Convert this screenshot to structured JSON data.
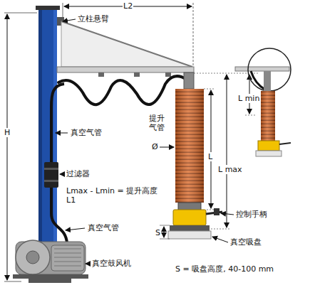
{
  "diagram": {
    "labels": [
      "L2",
      "立柱悬臂",
      "H",
      "真空气管",
      "过滤器",
      "Lmax - Lmin = 提升高度 L1",
      "真空气管",
      "真空鼓风机",
      "提升 气管",
      "Ø",
      "L",
      "L min",
      "L max",
      "控制手柄",
      "S",
      "真空吸盘",
      "S = 吸盘高度, 40-100 mm"
    ]
  }
}
